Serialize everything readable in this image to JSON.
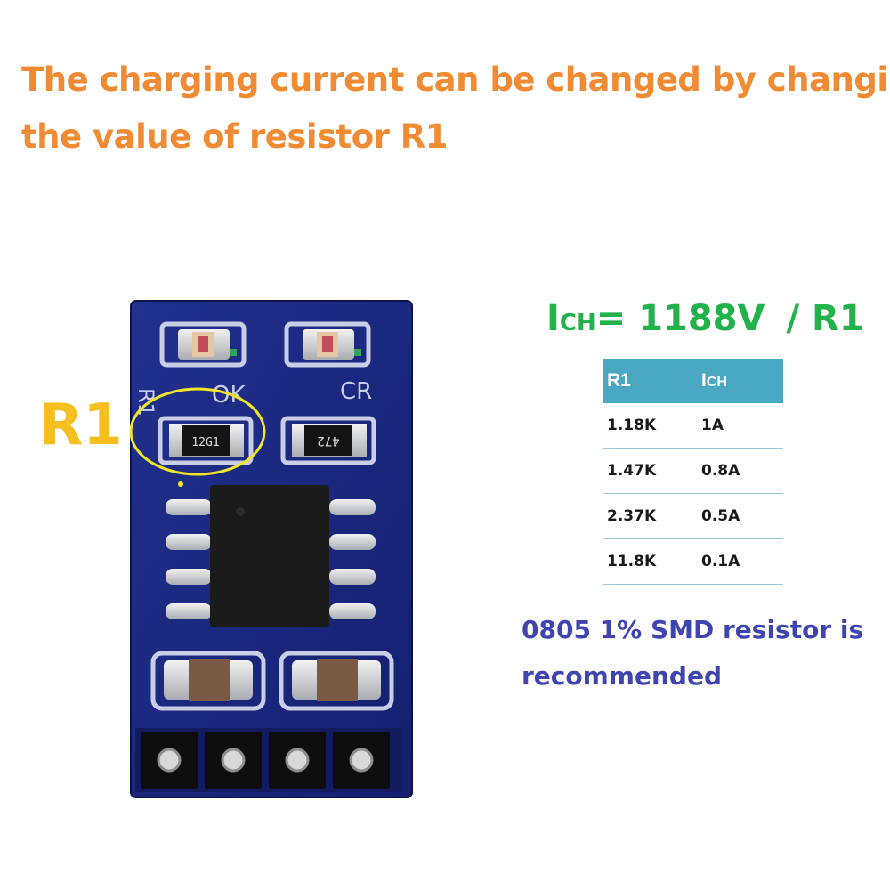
{
  "headline": {
    "line1": "The charging current can be changed by changing",
    "line2": "the value of resistor R1"
  },
  "board": {
    "callout_label": "R1",
    "silk_r1": "R1",
    "silk_ok": "OK",
    "silk_cr": "CR",
    "r1_code": "12G1",
    "r2_code": "472",
    "colors": {
      "pcb": "#1c2a86",
      "highlight": "#f2e628"
    }
  },
  "formula": {
    "lhs": "I",
    "lhs_sub": "CH",
    "equals": "=",
    "numerator": "1188V",
    "denominator": "/ R1"
  },
  "table": {
    "headers": {
      "r1": "R1",
      "ich": "I",
      "ich_sub": "CH"
    },
    "rows": [
      {
        "r1": "1.18K",
        "ich": "1A"
      },
      {
        "r1": "1.47K",
        "ich": "0.8A"
      },
      {
        "r1": "2.37K",
        "ich": "0.5A"
      },
      {
        "r1": "11.8K",
        "ich": "0.1A"
      }
    ]
  },
  "note": {
    "line1": "0805 1% SMD resistor is",
    "line2": "recommended"
  },
  "colors": {
    "headline": "#f08a33",
    "r1_label": "#f6be1e",
    "formula": "#22b24c",
    "table_header": "#4aa8c2",
    "note": "#3f45b0"
  }
}
